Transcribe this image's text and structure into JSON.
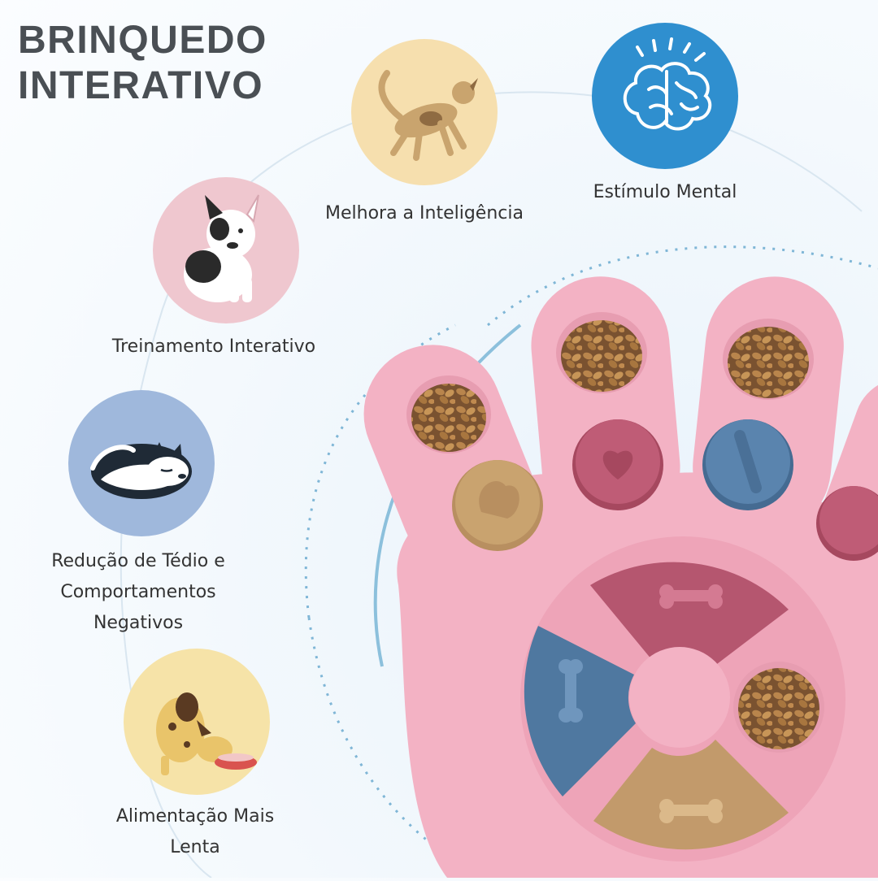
{
  "header": {
    "title_line1": "BRINQUEDO",
    "title_line2": "INTERATIVO"
  },
  "benefits": [
    {
      "label": "Melhora a Inteligência",
      "icon": "jumping-dog-icon",
      "bg": "#f6dfae"
    },
    {
      "label": "Estímulo Mental",
      "icon": "brain-icon",
      "bg": "#2f8fcf"
    },
    {
      "label": "Treinamento Interativo",
      "icon": "sitting-bulldog-icon",
      "bg": "#efc7cf"
    },
    {
      "label_line1": "Redução de Tédio e",
      "label_line2": "Comportamentos",
      "label_line3": "Negativos",
      "icon": "sleeping-husky-icon",
      "bg": "#9fb8dc"
    },
    {
      "label_line1": "Alimentação Mais",
      "label_line2": "Lenta",
      "icon": "eating-dog-icon",
      "bg": "#f6e3a8"
    }
  ],
  "product": {
    "name": "paw-shaped-puzzle-feeder",
    "colors": {
      "body": "#f3b2c4",
      "body_dark": "#e79db1",
      "lid_tan": "#c29a6b",
      "lid_rose": "#b5566f",
      "lid_blue": "#4f78a0",
      "kibble": "#a97a45"
    }
  }
}
